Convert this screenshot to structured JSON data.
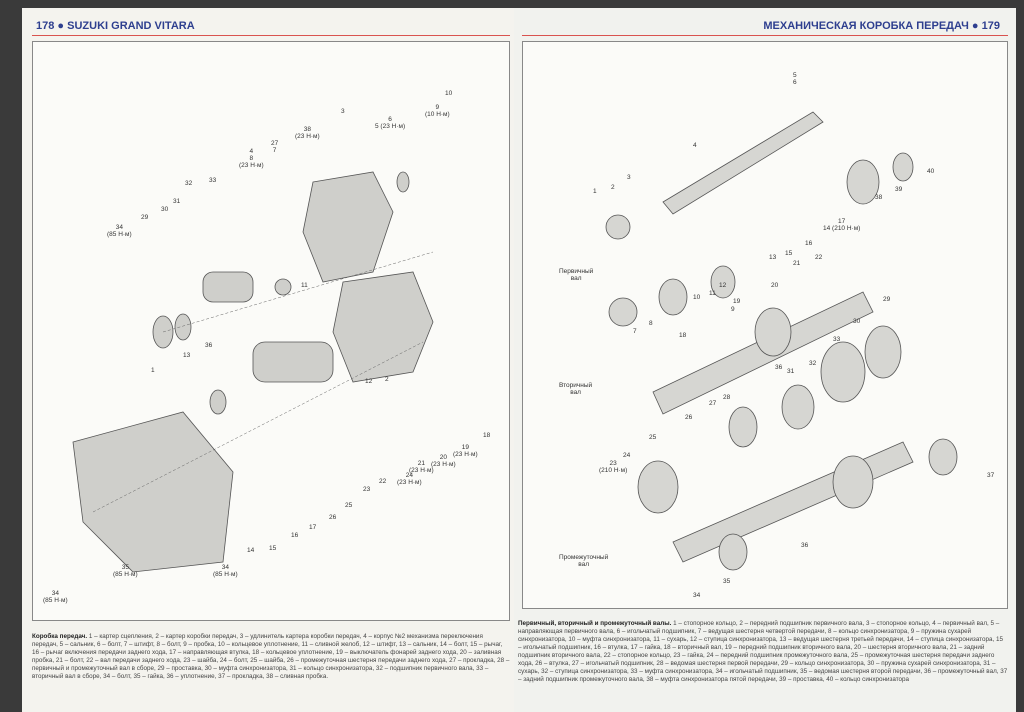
{
  "left_page": {
    "page_number": "178",
    "running_title": "SUZUKI GRAND VITARA",
    "caption_title": "Коробка передач.",
    "caption_text": "1 – картер сцепления, 2 – картер коробки передач, 3 – удлинитель картера коробки передач, 4 – корпус №2 механизма переключения передач, 5 – сальник, 6 – болт, 7 – штифт, 8 – болт, 9 – пробка, 10 – кольцевое уплотнение, 11 – сливной желоб, 12 – штифт, 13 – сальник, 14 – болт, 15 – рычаг, 16 – рычаг включения передачи заднего хода, 17 – направляющая втулка, 18 – кольцевое уплотнение, 19 – выключатель фонарей заднего хода, 20 – заливная пробка, 21 – болт, 22 – вал передачи заднего хода, 23 – шайба, 24 – болт, 25 – шайба, 26 – промежуточная шестерня передачи заднего хода, 27 – прокладка, 28 – первичный и промежуточный вал в сборе, 29 – проставка, 30 – муфта синхронизатора, 31 – кольцо синхронизатора, 32 – подшипник первичного вала, 33 – вторичный вал в сборе, 34 – болт, 35 – гайка, 36 – уплотнение, 37 – прокладка, 38 – сливная пробка.",
    "callouts": [
      "10",
      "9\n(10 Н·м)",
      "6\n5 (23 Н·м)",
      "3",
      "38\n(23 Н·м)",
      "27\n7",
      "4\n8\n(23 Н·м)",
      "33",
      "32",
      "31",
      "30",
      "29",
      "34\n(85 Н·м)",
      "11",
      "13",
      "36",
      "1",
      "12",
      "2",
      "18",
      "19\n(23 Н·м)",
      "20\n(23 Н·м)",
      "21\n(23 Н·м)",
      "24\n(23 Н·м)",
      "22",
      "23",
      "25",
      "26",
      "17",
      "16",
      "15",
      "14",
      "35\n(85 Н·м)",
      "34\n(85 Н·м)",
      "34\n(85 Н·м)"
    ]
  },
  "right_page": {
    "page_number": "179",
    "running_title": "МЕХАНИЧЕСКАЯ КОРОБКА ПЕРЕДАЧ",
    "shaft_labels": {
      "input": "Первичный\nвал",
      "output": "Вторичный\nвал",
      "counter": "Промежуточный\nвал"
    },
    "caption_title": "Первичный, вторичный и промежуточный валы.",
    "caption_text": "1 – стопорное кольцо, 2 – передний подшипник первичного вала, 3 – стопорное кольцо, 4 – первичный вал, 5 – направляющая первичного вала, 6 – игольчатый подшипник, 7 – ведущая шестерня четвертой передачи, 8 – кольцо синхронизатора, 9 – пружина сухарей синхронизатора, 10 – муфта синхронизатора, 11 – сухарь, 12 – ступица синхронизатора, 13 – ведущая шестерня третьей передачи, 14 – ступица синхронизатора, 15 – игольчатый подшипник, 16 – втулка, 17 – гайка, 18 – вторичный вал, 19 – передний подшипник вторичного вала, 20 – шестерня вторичного вала, 21 – задний подшипник вторичного вала, 22 – стопорное кольцо, 23 – гайка, 24 – передний подшипник промежуточного вала, 25 – промежуточная шестерня передачи заднего хода, 26 – втулка, 27 – игольчатый подшипник, 28 – ведомая шестерня первой передачи, 29 – кольцо синхронизатора, 30 – пружина сухарей синхронизатора, 31 – сухарь, 32 – ступица синхронизатора, 33 – муфта синхронизатора, 34 – игольчатый подшипник, 35 – ведомая шестерня второй передачи, 36 – промежуточный вал, 37 – задний подшипник промежуточного вала, 38 – муфта синхронизатора пятой передачи, 39 – проставка, 40 – кольцо синхронизатора",
    "callouts": [
      "5\n6",
      "4",
      "1",
      "2",
      "3",
      "40",
      "39",
      "38",
      "17\n14 (210 Н·м)",
      "16",
      "22",
      "15",
      "13",
      "21",
      "12",
      "11",
      "10",
      "9",
      "8",
      "7",
      "29",
      "30",
      "18",
      "19",
      "20",
      "33",
      "32",
      "31",
      "36",
      "28",
      "27",
      "26",
      "25",
      "24",
      "23\n(210 Н·м)",
      "37",
      "36",
      "35",
      "34"
    ]
  }
}
